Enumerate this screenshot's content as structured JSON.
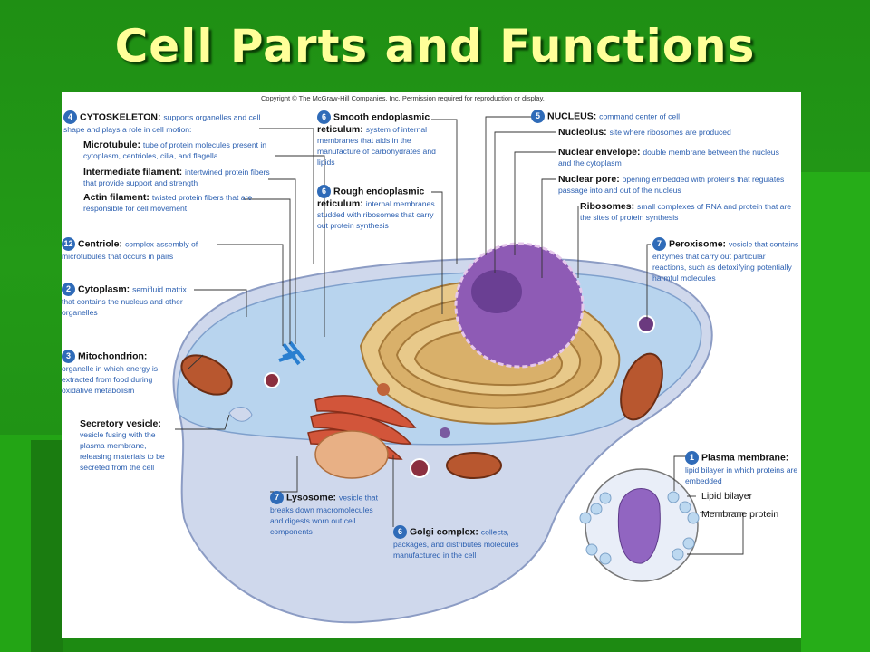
{
  "slide": {
    "title": "Cell Parts and Functions",
    "copyright": "Copyright © The McGraw-Hill Companies, Inc. Permission required for reproduction or display."
  },
  "labels": {
    "cytoskeleton": {
      "num": "4",
      "name": "CYTOSKELETON:",
      "desc": "supports organelles and cell shape and plays a role in cell motion:"
    },
    "microtubule": {
      "name": "Microtubule:",
      "desc": "tube of protein molecules present in cytoplasm, centrioles, cilia, and flagella"
    },
    "intermediate": {
      "name": "Intermediate filament:",
      "desc": "intertwined protein fibers that provide support and strength"
    },
    "actin": {
      "name": "Actin filament:",
      "desc": "twisted protein fibers that are responsible for cell movement"
    },
    "centriole": {
      "num": "12",
      "name": "Centriole:",
      "desc": "complex assembly of microtubules that occurs in pairs"
    },
    "cytoplasm": {
      "num": "2",
      "name": "Cytoplasm:",
      "desc": "semifluid matrix that contains the nucleus and other organelles"
    },
    "mitochondrion": {
      "num": "3",
      "name": "Mitochondrion:",
      "desc": "organelle in which energy is extracted from food during oxidative metabolism"
    },
    "secretory": {
      "name": "Secretory vesicle:",
      "desc": "vesicle fusing with the plasma membrane, releasing materials to be secreted from the cell"
    },
    "smooth_er": {
      "num": "6",
      "name": "Smooth endoplasmic reticulum:",
      "desc": "system of internal membranes that aids in the manufacture of carbohydrates and lipids"
    },
    "rough_er": {
      "num": "6",
      "name": "Rough endoplasmic reticulum:",
      "desc": "internal membranes studded with ribosomes that carry out protein synthesis"
    },
    "nucleus": {
      "num": "5",
      "name": "NUCLEUS:",
      "desc": "command center of cell"
    },
    "nucleolus": {
      "name": "Nucleolus:",
      "desc": "site where ribosomes are produced"
    },
    "envelope": {
      "name": "Nuclear envelope:",
      "desc": "double membrane between the nucleus and the cytoplasm"
    },
    "pore": {
      "name": "Nuclear pore:",
      "desc": "opening embedded with proteins that regulates passage into and out of the nucleus"
    },
    "ribosomes": {
      "name": "Ribosomes:",
      "desc": "small complexes of RNA and protein that are the sites of protein synthesis"
    },
    "peroxisome": {
      "num": "7",
      "name": "Peroxisome:",
      "desc": "vesicle that contains enzymes that carry out particular reactions, such as detoxifying potentially harmful molecules"
    },
    "plasma": {
      "num": "1",
      "name": "Plasma membrane:",
      "desc": "lipid bilayer in which proteins are embedded"
    },
    "lipid_bilayer": {
      "name": "Lipid bilayer"
    },
    "membrane_protein": {
      "name": "Membrane protein"
    },
    "lysosome": {
      "num": "7",
      "name": "Lysosome:",
      "desc": "vesicle that breaks down macromolecules and digests worn out cell components"
    },
    "golgi": {
      "num": "6",
      "name": "Golgi complex:",
      "desc": "collects, packages, and distributes molecules manufactured in the cell"
    }
  },
  "colors": {
    "background": "#239a17",
    "title": "#ffff99",
    "badge": "#2f6bb8",
    "desc_text": "#2b5fb0"
  }
}
